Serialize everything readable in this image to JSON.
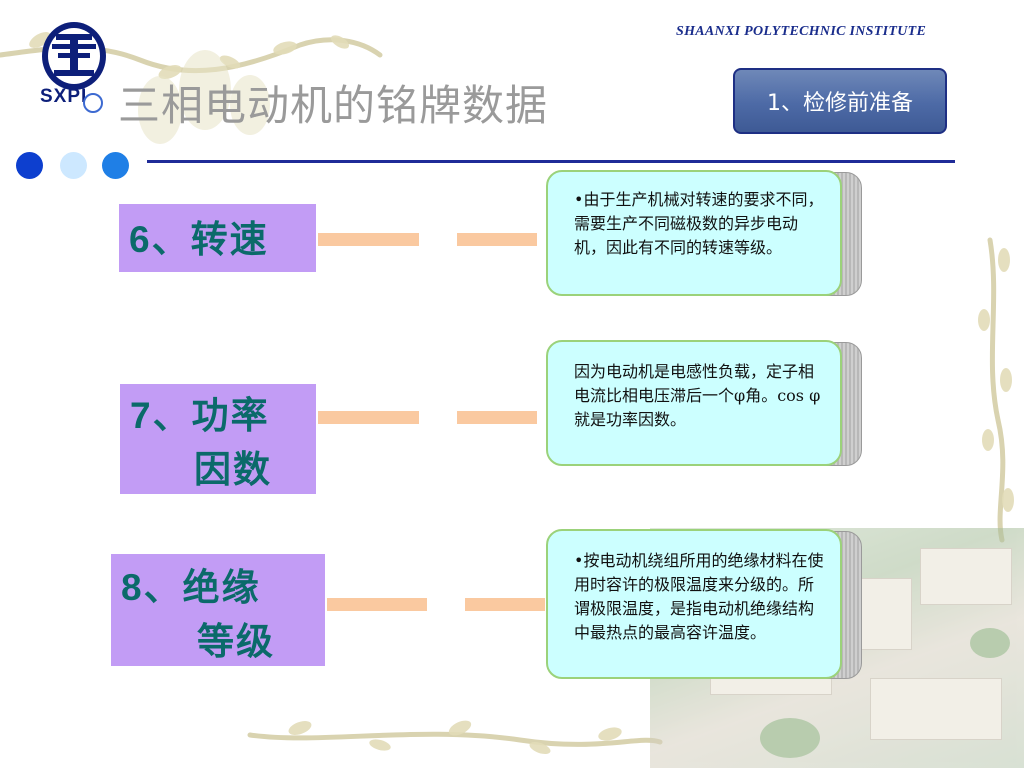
{
  "institute": "SHAANXI  POLYTECHNIC   INSTITUTE",
  "logo": {
    "text": "SXPI"
  },
  "page_title": "三相电动机的铭牌数据",
  "section_button": "1、检修前准备",
  "colors": {
    "accent": "#1f2b98",
    "label_bg": "#c29cf5",
    "card_bg": "#ccffff",
    "dash": "#fac9a0"
  },
  "items": [
    {
      "num": "6",
      "line1": "、转速",
      "line2": "",
      "desc": "•由于生产机械对转速的要求不同，需要生产不同磁极数的异步电动机，因此有不同的转速等级。"
    },
    {
      "num": "7",
      "line1": "、功率",
      "line2": "因数",
      "desc": "因为电动机是电感性负载，定子相电流比相电压滞后一个φ角。cos φ就是功率因数。"
    },
    {
      "num": "8",
      "line1": "、绝缘",
      "line2": "等级",
      "desc": "•按电动机绕组所用的绝缘材料在使用时容许的极限温度来分级的。所谓极限温度，是指电动机绝缘结构中最热点的最高容许温度。"
    }
  ]
}
